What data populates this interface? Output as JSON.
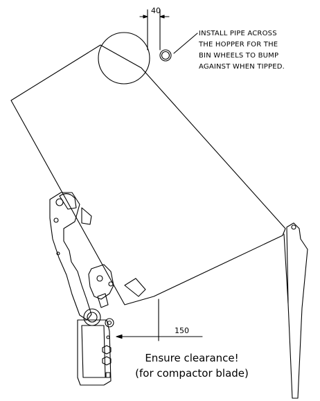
{
  "dimensions": {
    "pipe_offset": "40",
    "blade_clearance": "150"
  },
  "notes": {
    "install_pipe": [
      "INSTALL PIPE ACROSS",
      "THE HOPPER FOR THE",
      "BIN WHEELS TO BUMP",
      "AGAINST WHEN TIPPED."
    ],
    "clearance_line1": "Ensure clearance!",
    "clearance_line2": "(for compactor blade)"
  }
}
